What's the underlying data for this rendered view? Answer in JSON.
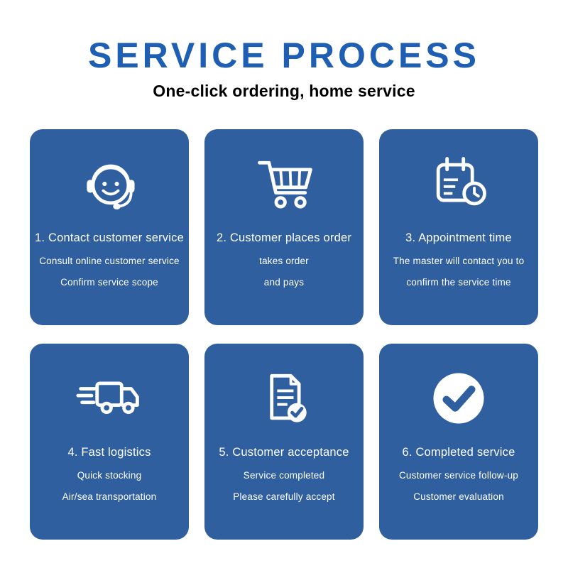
{
  "header": {
    "title": "SERVICE PROCESS",
    "subtitle": "One-click ordering, home service"
  },
  "colors": {
    "title_blue": "#1E5FB4",
    "card_blue": "#2F5F9F",
    "icon_white": "#FFFFFF"
  },
  "cards": [
    {
      "icon": "customer-service-icon",
      "title": "1. Contact customer service",
      "line1": "Consult online customer service",
      "line2": "Confirm service scope"
    },
    {
      "icon": "shopping-cart-icon",
      "title": "2. Customer places order",
      "line1": "takes order",
      "line2": "and pays"
    },
    {
      "icon": "calendar-clock-icon",
      "title": "3. Appointment time",
      "line1": "The master will contact you to",
      "line2": "confirm the service time"
    },
    {
      "icon": "delivery-truck-icon",
      "title": "4. Fast logistics",
      "line1": "Quick stocking",
      "line2": "Air/sea transportation"
    },
    {
      "icon": "document-check-icon",
      "title": "5. Customer acceptance",
      "line1": "Service completed",
      "line2": "Please carefully accept"
    },
    {
      "icon": "check-circle-icon",
      "title": "6. Completed service",
      "line1": "Customer service follow-up",
      "line2": "Customer evaluation"
    }
  ]
}
